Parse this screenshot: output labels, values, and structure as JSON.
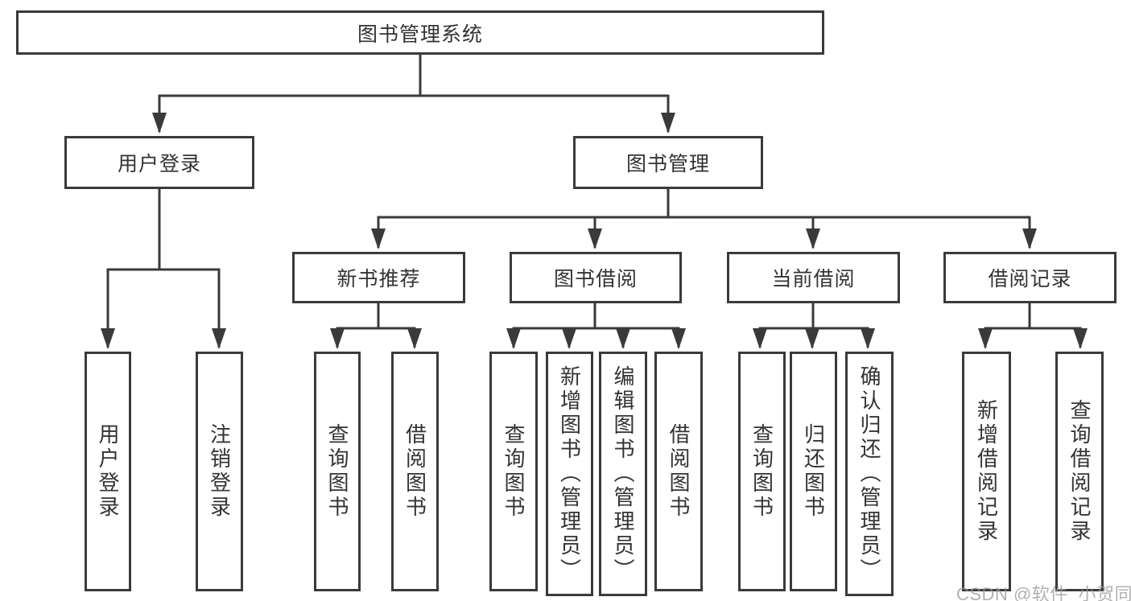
{
  "tree": {
    "label": "图书管理系统",
    "children": [
      {
        "label": "用户登录",
        "children": [
          {
            "label": "用户登录"
          },
          {
            "label": "注销登录"
          }
        ]
      },
      {
        "label": "图书管理",
        "children": [
          {
            "label": "新书推荐",
            "children": [
              {
                "label": "查询图书"
              },
              {
                "label": "借阅图书"
              }
            ]
          },
          {
            "label": "图书借阅",
            "children": [
              {
                "label": "查询图书"
              },
              {
                "label": "新增图书（管理员）"
              },
              {
                "label": "编辑图书（管理员）"
              },
              {
                "label": "借阅图书"
              }
            ]
          },
          {
            "label": "当前借阅",
            "children": [
              {
                "label": "查询图书"
              },
              {
                "label": "归还图书"
              },
              {
                "label": "确认归还（管理员）"
              }
            ]
          },
          {
            "label": "借阅记录",
            "children": [
              {
                "label": "新增借阅记录"
              },
              {
                "label": "查询借阅记录"
              }
            ]
          }
        ]
      }
    ]
  },
  "watermark": {
    "text": "CSDN @软件_小贺同学"
  },
  "colors": {
    "line": "#3a3a3a",
    "text": "#333333",
    "background": "#ffffff",
    "watermark": "#9b9b9b"
  }
}
